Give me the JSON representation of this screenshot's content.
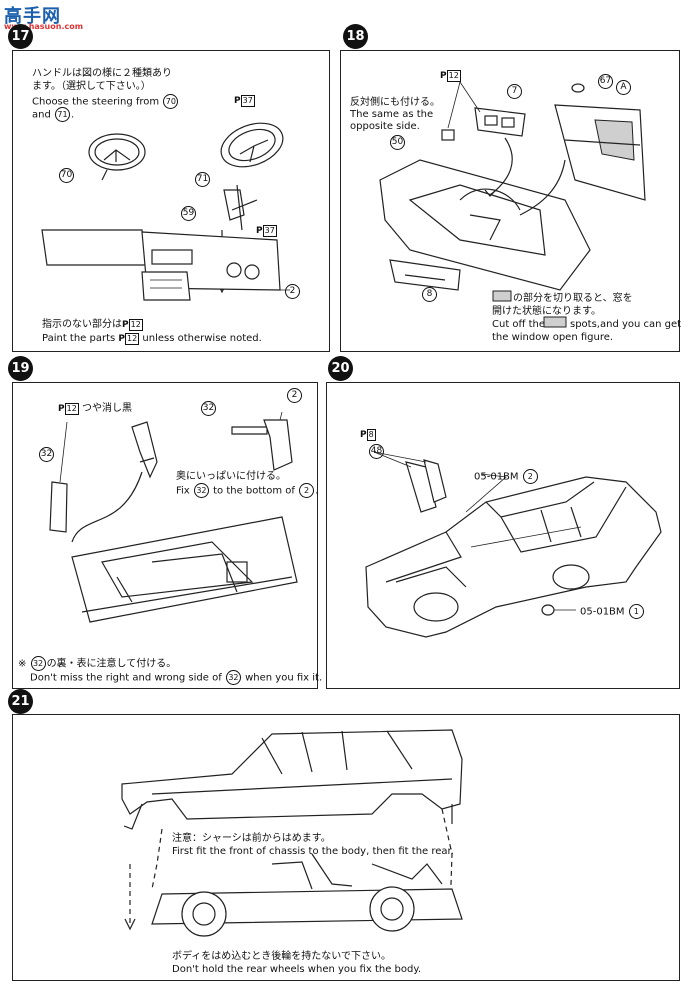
{
  "watermark": {
    "logo_text": "高手网",
    "site": "www.hasuon.com"
  },
  "steps": {
    "s17": {
      "number": "17",
      "jp_text_1": "ハンドルは図の様に２種類あり",
      "jp_text_2": "ます。（選択して下さい。）",
      "en_text_1": "Choose the steering from",
      "en_part_a": "70",
      "en_and": "and",
      "en_part_b": "71",
      "paint_code": "37",
      "paint_code_2": "37",
      "part_70": "70",
      "part_71": "71",
      "part_59": "59",
      "part_2": "2",
      "note_jp": "指示のない部分は",
      "note_jp_code": "12",
      "note_en": "Paint the parts",
      "note_en_code": "12",
      "note_en_tail": "unless otherwise noted."
    },
    "s18": {
      "number": "18",
      "paint_code": "12",
      "jp_text": "反対側にも付ける。",
      "en_text_1": "The same as the",
      "en_text_2": "opposite side.",
      "part_7": "7",
      "part_67": "67",
      "part_a": "A",
      "part_50": "50",
      "part_8": "8",
      "jp_note": "の部分を切り取ると、窓を",
      "jp_note_2": "開けた状態になります。",
      "en_note_a": "Cut off the",
      "en_note_b": "spots,and you can get",
      "en_note_c": "the window open figure."
    },
    "s19": {
      "number": "19",
      "paint_code": "12",
      "paint_desc": "つや消し黒",
      "part_32": "32",
      "part_32b": "32",
      "part_2": "2",
      "jp_fix": "奥にいっぱいに付ける。",
      "en_fix_a": "Fix",
      "en_fix_part": "32",
      "en_fix_b": "to the bottom of",
      "en_fix_part2": "2",
      "jp_note_part": "32",
      "jp_note": "の裏・表に注意して付ける。",
      "en_note_a": "Don't miss the right and wrong side of",
      "en_note_part": "32",
      "en_note_b": "when you fix it."
    },
    "s20": {
      "number": "20",
      "paint_code": "8",
      "part_48": "48",
      "decal_top": "05-01BM",
      "decal_top_num": "2",
      "decal_bottom": "05-01BM",
      "decal_bottom_num": "1"
    },
    "s21": {
      "number": "21",
      "jp_note_1": "注意：シャーシは前からはめます。",
      "en_note_1": "First fit the front of chassis to the body, then fit the rear.",
      "jp_note_2": "ボディをはめ込むとき後輪を持たないで下さい。",
      "en_note_2": "Don't  hold the rear wheels when you fix the body."
    }
  },
  "paint_prefix": "P"
}
